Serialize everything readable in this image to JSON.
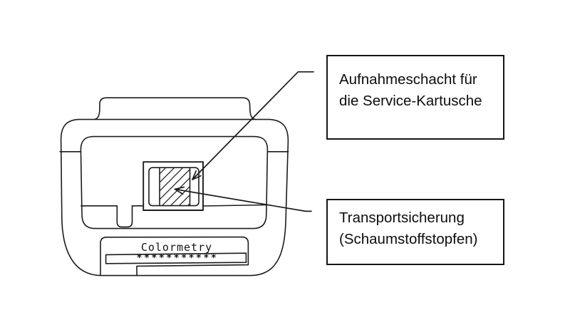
{
  "figure": {
    "device": {
      "brand_label": "Colormetry",
      "indicator_row": "***********"
    },
    "callouts": {
      "cartridge_slot": {
        "line1": "Aufnahmeschacht für",
        "line2": "die Service-Kartusche"
      },
      "transport_lock": {
        "line1": "Transportsicherung",
        "line2": "(Schaumstoffstopfen)"
      }
    },
    "colors": {
      "line": "#1c1c1c",
      "background": "#ffffff"
    }
  }
}
